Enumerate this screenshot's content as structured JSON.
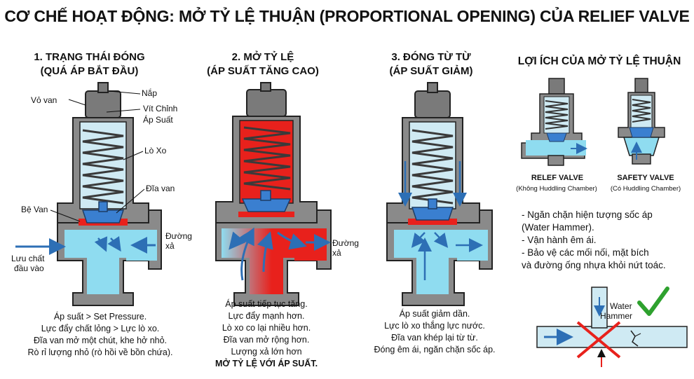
{
  "title": "CƠ CHẾ HOẠT ĐỘNG: MỞ TỶ LỆ THUẬN (PROPORTIONAL OPENING) CỦA RELIEF VALVE",
  "stage1": {
    "title": "1. TRẠNG THÁI ĐÓNG",
    "subtitle": "(QUÁ ÁP BẮT ĐẦU)",
    "labels": {
      "body": "Vỏ van",
      "cap": "Nắp",
      "screw1": "Vít Chỉnh",
      "screw2": "Áp Suất",
      "spring": "Lò Xo",
      "disc": "Đĩa van",
      "seat": "Bệ Van",
      "inlet1": "Lưu chất",
      "inlet2": "đầu vào",
      "outlet1": "Đường",
      "outlet2": "xả"
    },
    "caption": [
      "Áp suất > Set Pressure.",
      "Lực đẩy chất lỏng > Lực lò xo.",
      "Đĩa van mở một chút, khe hở nhỏ.",
      "Rò rỉ lượng nhỏ (rò hồi về bồn chứa)."
    ]
  },
  "stage2": {
    "title": "2. MỞ TỶ LỆ",
    "subtitle": "(ÁP SUẤT TĂNG CAO)",
    "labels": {
      "outlet1": "Đường",
      "outlet2": "xả"
    },
    "caption": [
      "Áp suất tiếp tục tăng.",
      "Lực đẩy mạnh hơn.",
      "Lò xo co lại nhiều hơn.",
      "Đĩa van mở rộng hơn.",
      "Lượng xả lớn hơn"
    ],
    "caption_bold": "MỞ TỶ LỆ VỚI ÁP SUẤT."
  },
  "stage3": {
    "title": "3. ĐÓNG TỪ TỪ",
    "subtitle": "(ÁP SUẤT GIẢM)",
    "caption": [
      "Áp suất giảm dần.",
      "Lực lò xo thắng lực nước.",
      "Đĩa van khép lại từ từ.",
      "Đóng êm ái, ngăn chặn sốc áp."
    ]
  },
  "benefits": {
    "title": "LỢI ÍCH CỦA MỞ TỶ LỆ THUẬN",
    "relief_name": "RELEF VALVE",
    "relief_sub": "(Không Huddling Chamber)",
    "safety_name": "SAFETY VALVE",
    "safety_sub": "(Có Huddling Chamber)",
    "bullets": [
      "- Ngăn chặn hiện tượng sốc áp",
      "(Water Hammer).",
      "- Vận hành êm ái.",
      "- Bảo vệ các mối nối, mặt bích",
      "và đường ống nhựa khỏi nứt toác."
    ],
    "hammer1": "Water",
    "hammer2": "Hammer"
  },
  "colors": {
    "water": "#8fdcf0",
    "red": "#e8211c",
    "grey": "#8a8a8a",
    "dark": "#2b2b2b",
    "disc": "#3a7fd0",
    "check": "#2ea12e"
  }
}
